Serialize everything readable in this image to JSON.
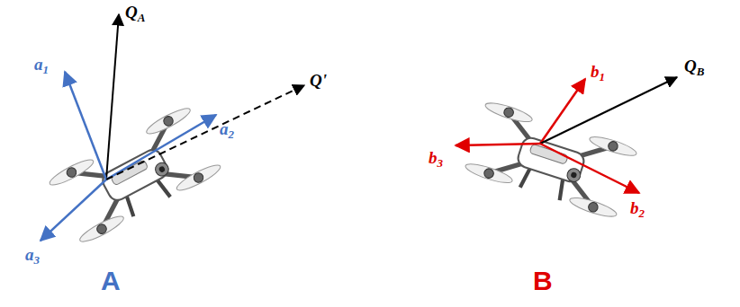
{
  "diagram": {
    "labels": [
      "QA",
      "a1",
      "Q'",
      "a2",
      "a3",
      "A",
      "b1",
      "QB",
      "b3",
      "b2",
      "B"
    ]
  }
}
